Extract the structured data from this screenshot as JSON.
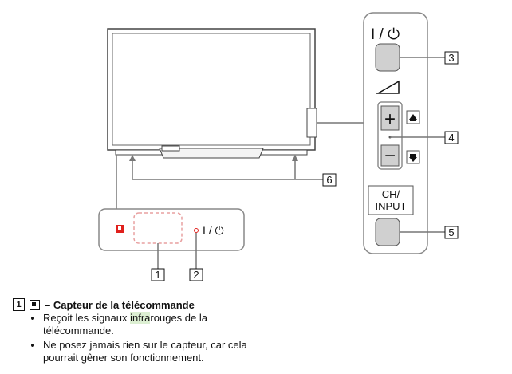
{
  "labels": {
    "power_top": "I / ⏻",
    "callout_3": "3",
    "callout_4": "4",
    "callout_5": "5",
    "callout_6": "6",
    "callout_1": "1",
    "callout_2": "2",
    "ch_input_line1": "CH/",
    "ch_input_line2": "INPUT",
    "sensor_power": "I / ⏻",
    "plus": "+",
    "minus": "−"
  },
  "colors": {
    "sensor_red": "#e0201c",
    "sensor_box_border": "#e8a0a0",
    "button_fill": "#d0d0d0",
    "highlight": "#dcefd2"
  },
  "legend": {
    "number": "1",
    "title": " – Capteur de la télécommande",
    "bullet1_pre": "Reçoit les signaux ",
    "bullet1_hl": "infra",
    "bullet1_post": "rouges de la télécommande.",
    "bullet2": "Ne posez jamais rien sur le capteur, car cela pourrait gêner son fonctionnement."
  }
}
